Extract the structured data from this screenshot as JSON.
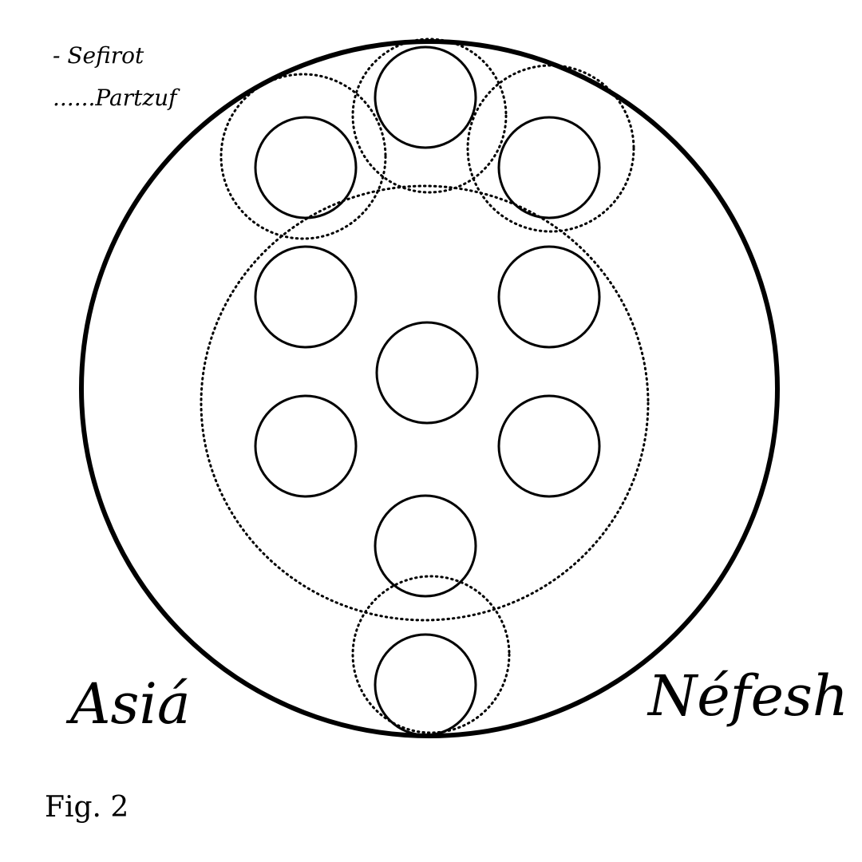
{
  "legend": {
    "sefirot_label": "- Sefirot",
    "partzuf_label": "......Partzuf"
  },
  "labels": {
    "world": "Asiá",
    "soul_level": "Néfesh",
    "figure": "Fig. 2"
  },
  "colors": {
    "stroke": "#000000",
    "background": "#ffffff"
  },
  "diagram": {
    "sefirot_count": 10,
    "partzuf_count": 5
  }
}
